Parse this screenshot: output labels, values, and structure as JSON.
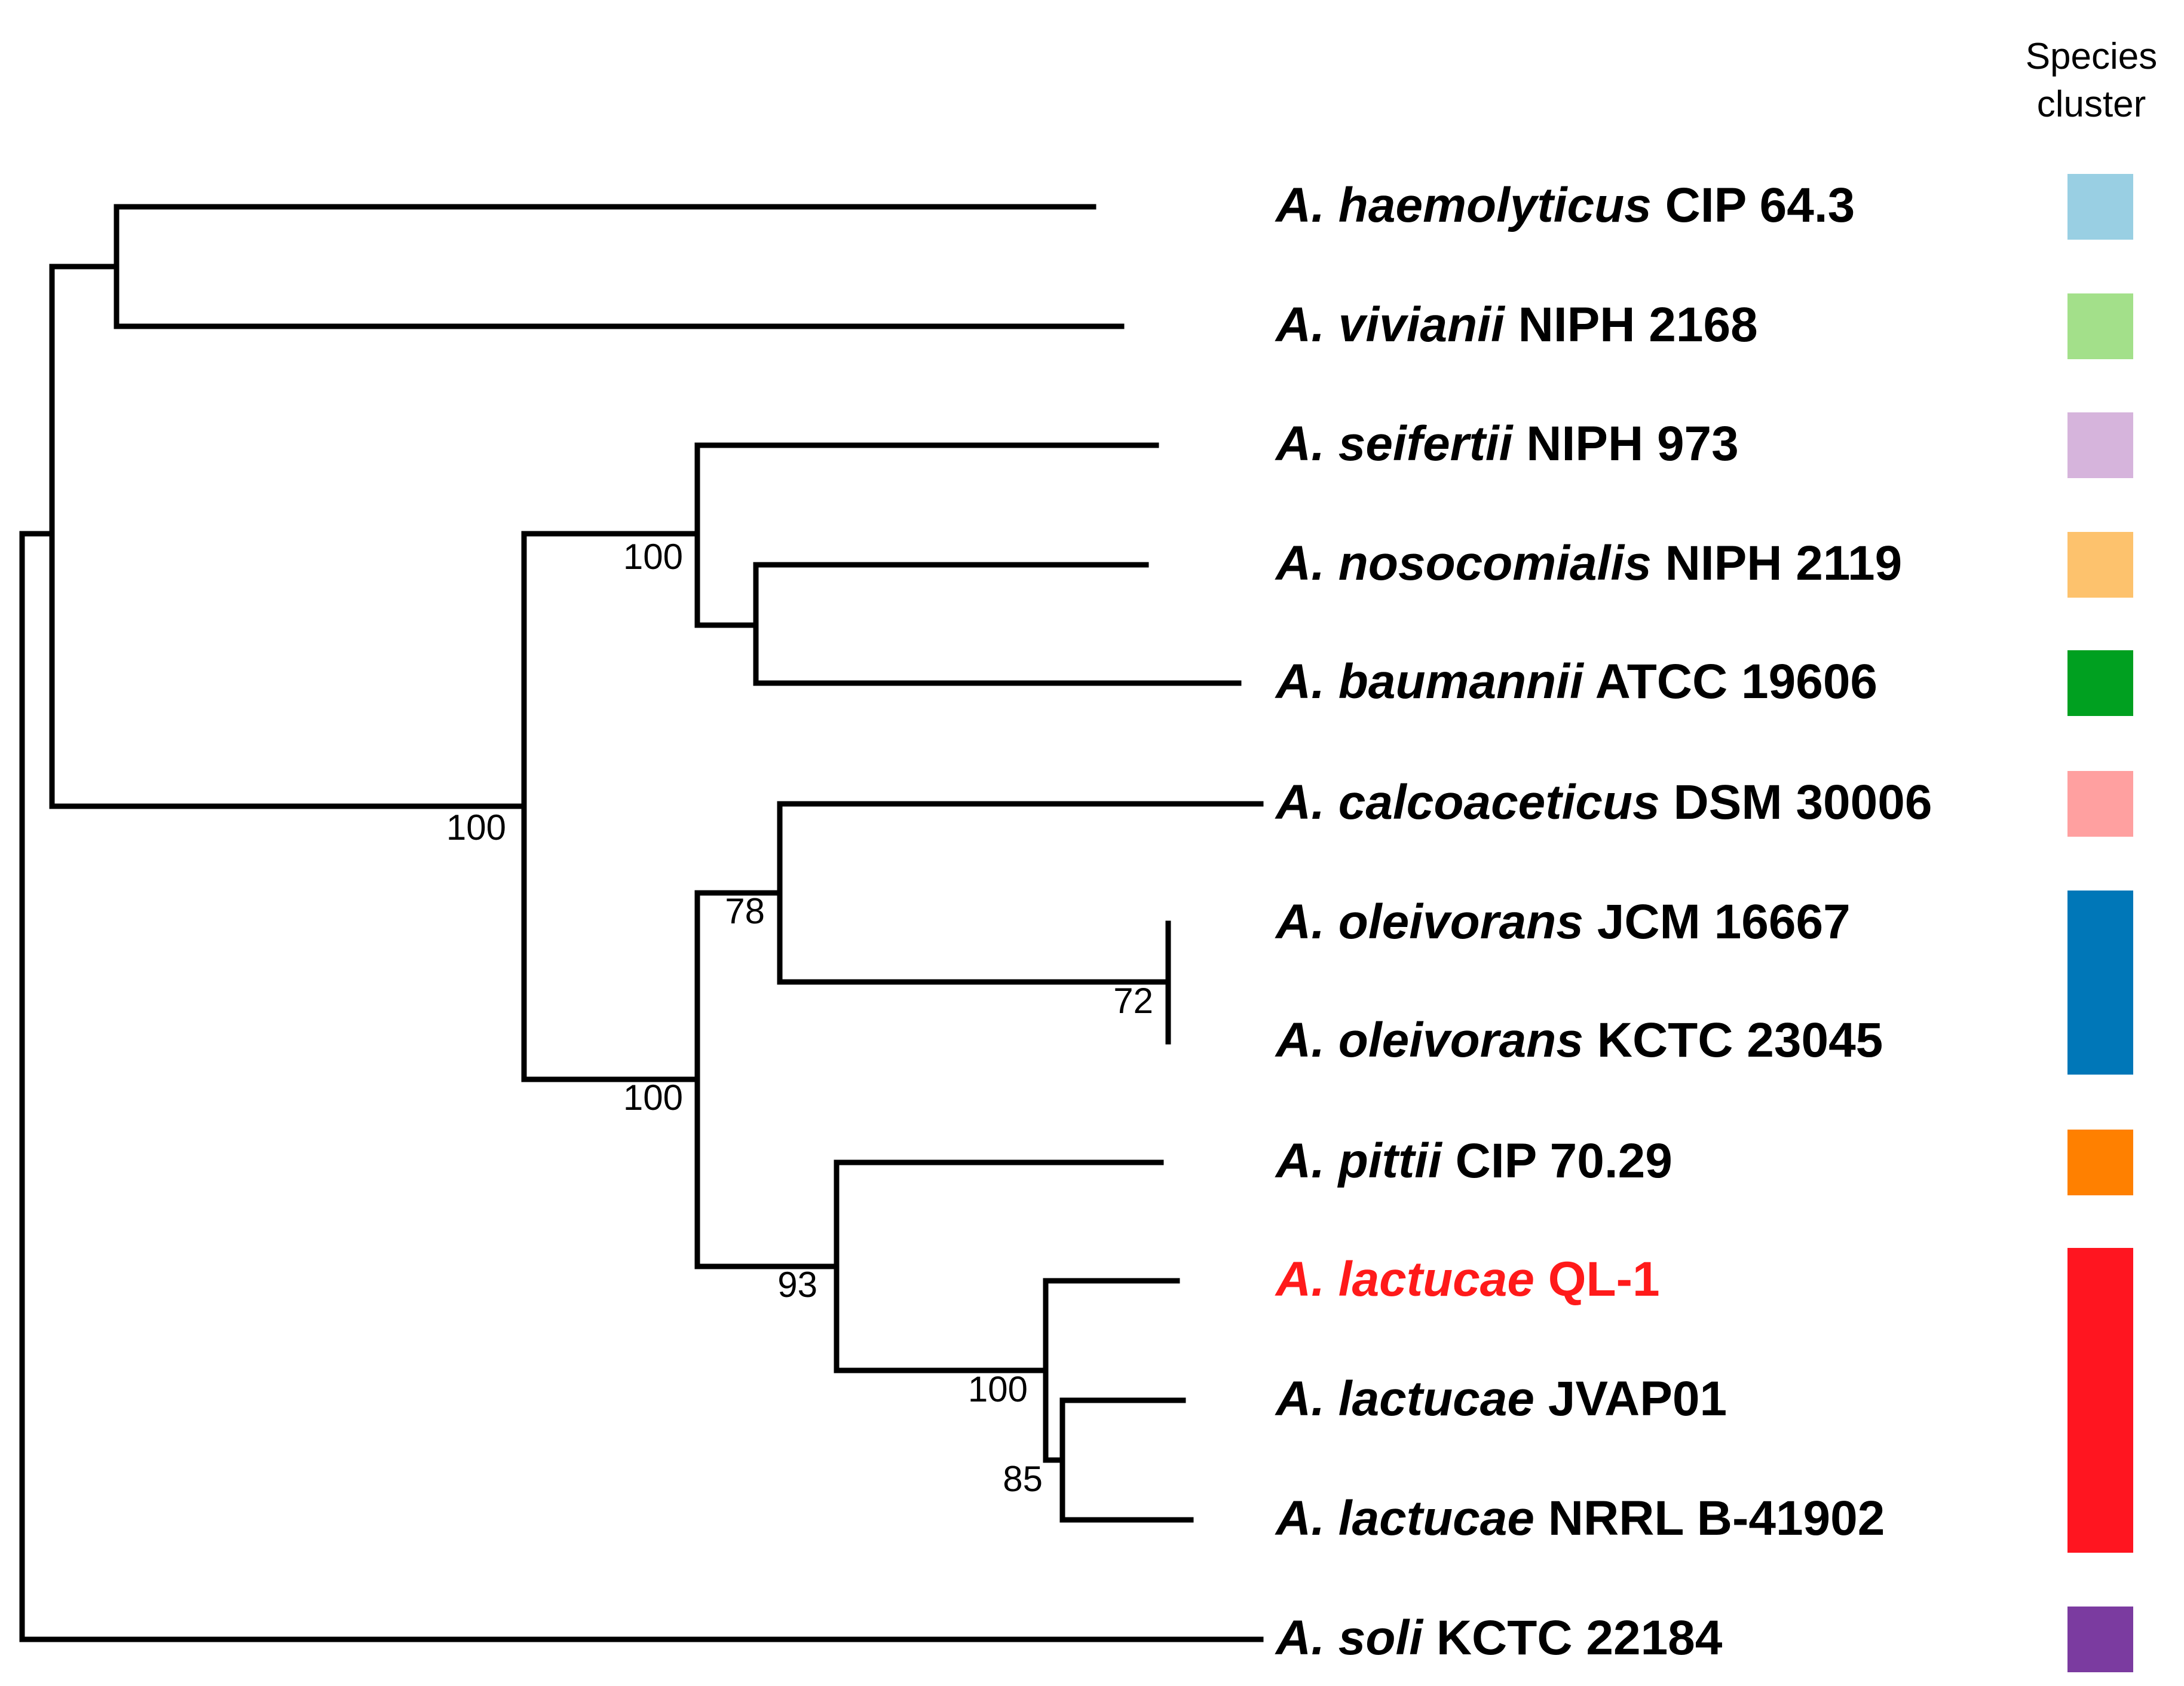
{
  "legend_header": {
    "line1": "Species",
    "line2": "cluster"
  },
  "taxa": [
    {
      "genus": "A. haemolyticus",
      "strain": "CIP 64.3",
      "highlight": false
    },
    {
      "genus": "A. vivianii",
      "strain": "NIPH 2168",
      "highlight": false
    },
    {
      "genus": "A. seifertii",
      "strain": "NIPH 973",
      "highlight": false
    },
    {
      "genus": "A. nosocomialis",
      "strain": "NIPH 2119",
      "highlight": false
    },
    {
      "genus": "A. baumannii",
      "strain": "ATCC 19606",
      "highlight": false
    },
    {
      "genus": "A. calcoaceticus",
      "strain": "DSM 30006",
      "highlight": false
    },
    {
      "genus": "A. oleivorans",
      "strain": "JCM 16667",
      "highlight": false
    },
    {
      "genus": "A. oleivorans",
      "strain": "KCTC 23045",
      "highlight": false
    },
    {
      "genus": "A. pittii",
      "strain": "CIP 70.29",
      "highlight": false
    },
    {
      "genus": "A. lactucae",
      "strain": "QL-1",
      "highlight": true
    },
    {
      "genus": "A. lactucae",
      "strain": "JVAP01",
      "highlight": false
    },
    {
      "genus": "A. lactucae",
      "strain": "NRRL B-41902",
      "highlight": false
    },
    {
      "genus": "A. soli",
      "strain": "KCTC 22184",
      "highlight": false
    }
  ],
  "bootstrap_values": [
    "100",
    "100",
    "78",
    "72",
    "100",
    "93",
    "100",
    "85"
  ],
  "species_clusters": [
    {
      "color": "#99cfe3",
      "first_taxon": 0,
      "last_taxon": 0
    },
    {
      "color": "#a3e08a",
      "first_taxon": 1,
      "last_taxon": 1
    },
    {
      "color": "#d6b4dc",
      "first_taxon": 2,
      "last_taxon": 2
    },
    {
      "color": "#fdc26d",
      "first_taxon": 3,
      "last_taxon": 3
    },
    {
      "color": "#00a020",
      "first_taxon": 4,
      "last_taxon": 4
    },
    {
      "color": "#ffa0a0",
      "first_taxon": 5,
      "last_taxon": 5
    },
    {
      "color": "#0077b8",
      "first_taxon": 6,
      "last_taxon": 7
    },
    {
      "color": "#ff8000",
      "first_taxon": 8,
      "last_taxon": 8
    },
    {
      "color": "#ff1520",
      "first_taxon": 9,
      "last_taxon": 11
    },
    {
      "color": "#7b3ba0",
      "first_taxon": 12,
      "last_taxon": 12
    }
  ],
  "colors": {
    "branch": "#000000",
    "label": "#000000",
    "highlight": "#ff1a1a"
  }
}
